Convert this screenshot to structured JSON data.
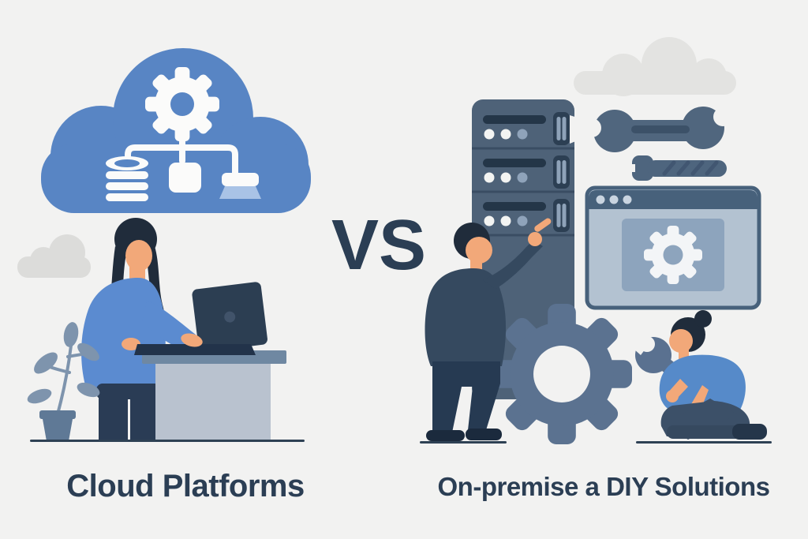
{
  "comparison": {
    "versus_label": "VS",
    "left": {
      "label": "Cloud Platforms",
      "figure": "woman-working-on-laptop-at-standing-desk",
      "icons": [
        "cloud-icon",
        "gear-icon",
        "database-icon",
        "network-node-icon",
        "broom-icon",
        "laptop-icon",
        "potted-plant-icon",
        "background-cloud-icon"
      ]
    },
    "right": {
      "label": "On-premise a DIY Solutions",
      "figures": [
        "man-pointing-at-server-rack",
        "woman-kneeling-with-wrench"
      ],
      "icons": [
        "server-rack-icon",
        "wrench-icon",
        "screw-icon",
        "browser-window-icon",
        "gear-icon",
        "large-gear-icon",
        "background-cloud-icon"
      ]
    }
  },
  "colors": {
    "background": "#f2f2f1",
    "text": "#2b3e54",
    "cloud_blue": "#5885c4",
    "slate_blue": "#50667e",
    "dark_navy": "#263a52",
    "person_blue": "#5b8bd0",
    "skin": "#f2a879",
    "light_gray_cloud": "#e0e0de",
    "white": "#fbfbfa"
  }
}
